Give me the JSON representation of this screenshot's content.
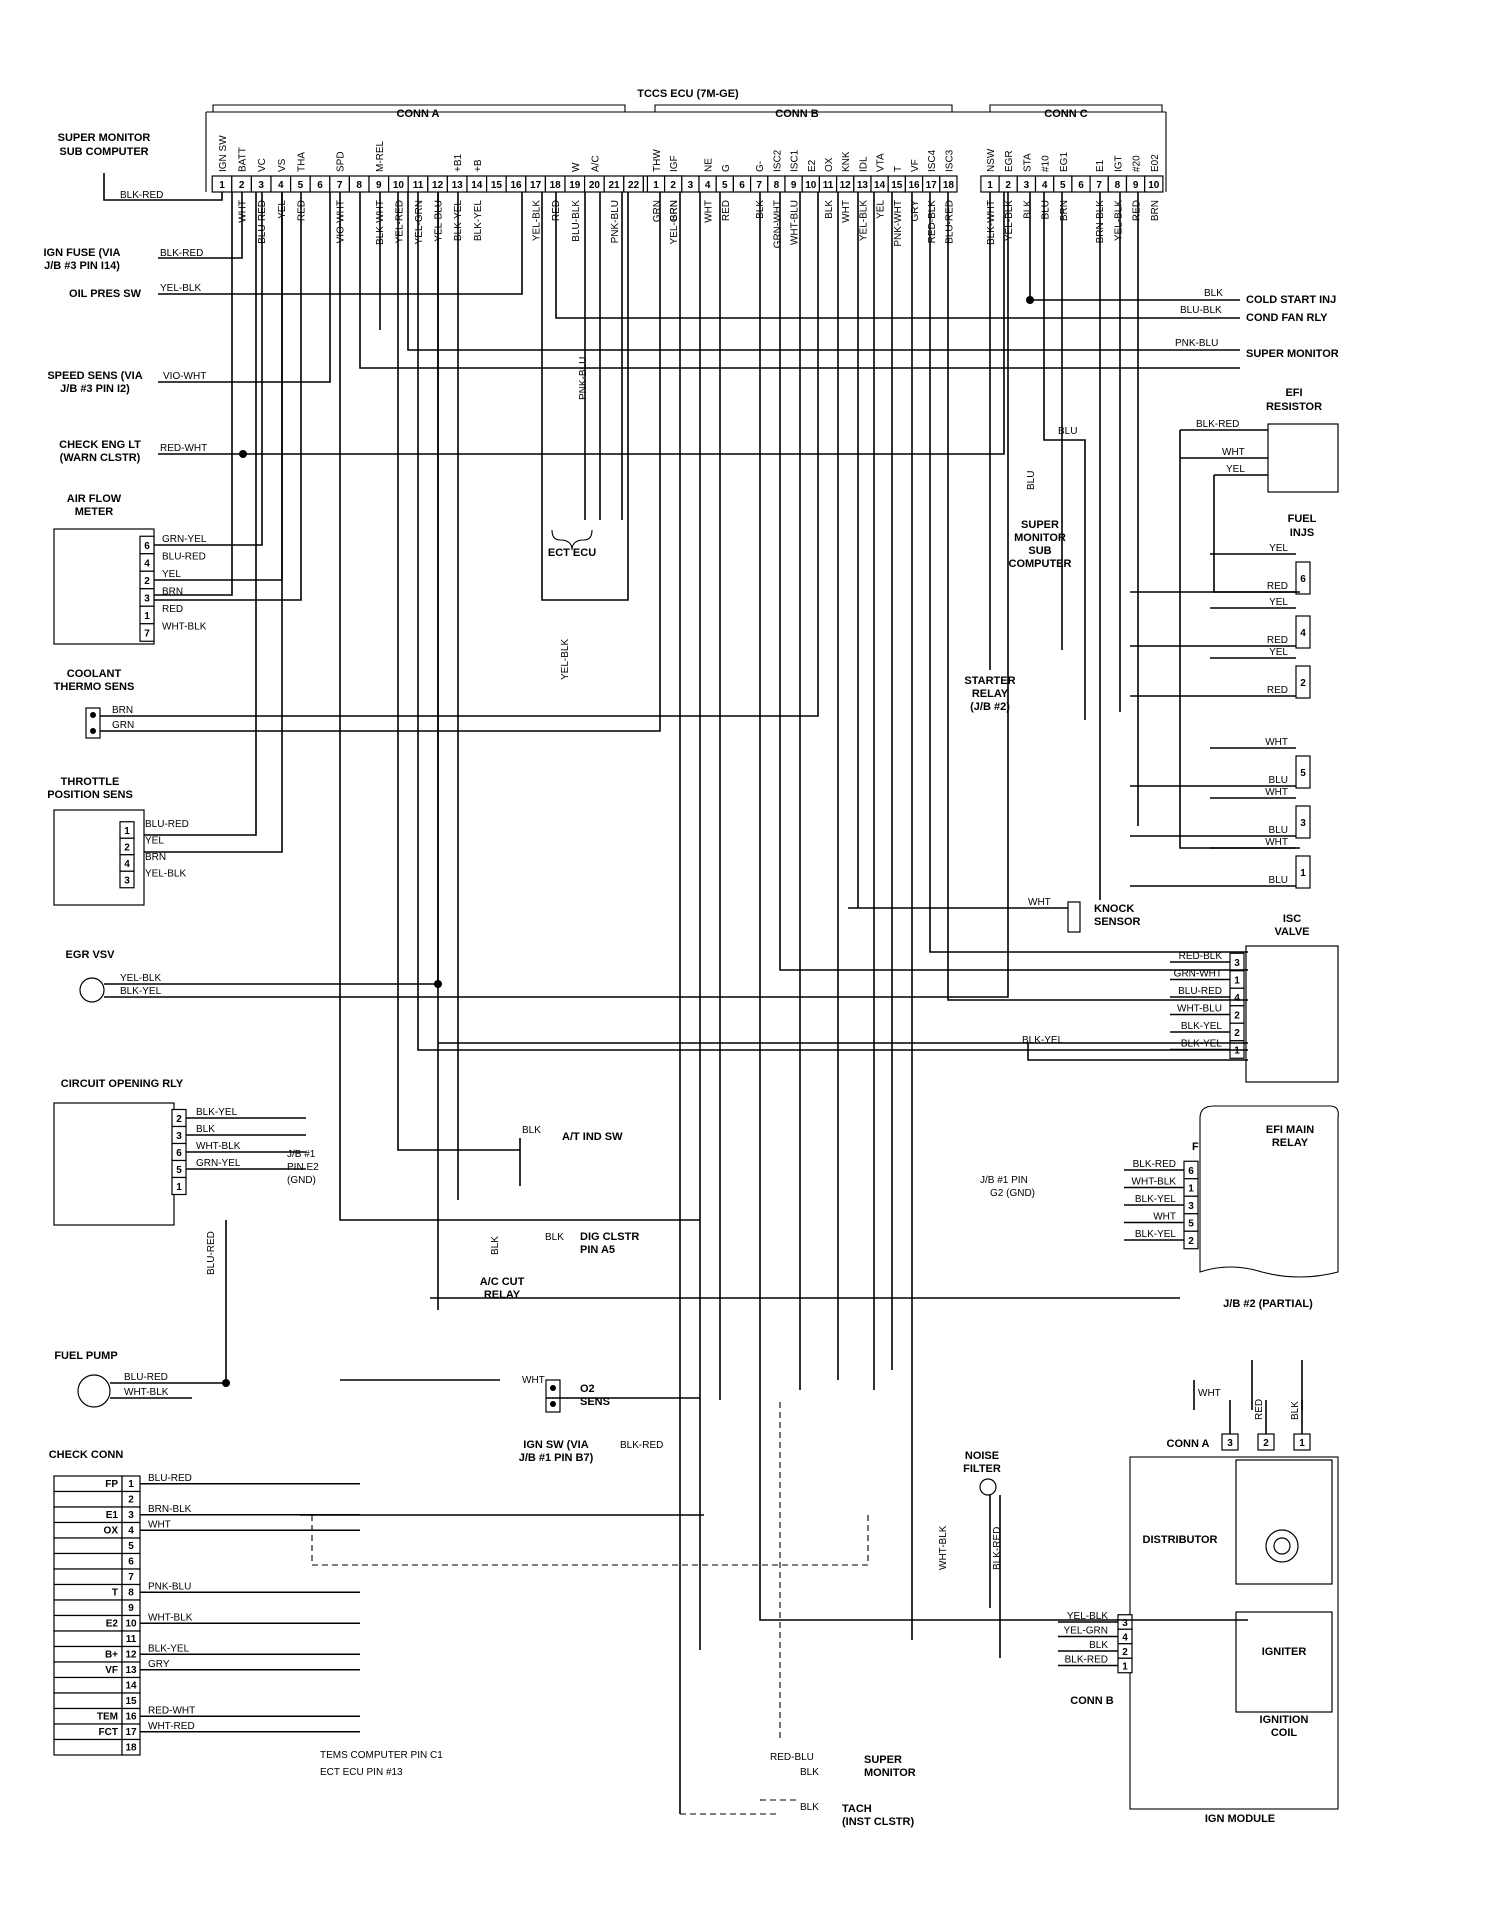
{
  "ecu": {
    "title": "TCCS ECU (7M-GE)",
    "conn_a": "CONN A",
    "conn_b": "CONN B",
    "conn_c": "CONN C",
    "pins_a": [
      "IGN SW",
      "BATT",
      "VC",
      "VS",
      "THA",
      "",
      "SPD",
      "",
      "M-REL",
      "",
      "",
      "",
      "+B1",
      "+B",
      "",
      "",
      "",
      "",
      "W",
      "A/C",
      "",
      "",
      "",
      ""
    ],
    "pins_b": [
      "THW",
      "IGF",
      "",
      "NE",
      "G",
      "",
      "G-",
      "ISC2",
      "ISC1",
      "E2",
      "OX",
      "KNK",
      "IDL",
      "VTA",
      "T",
      "VF",
      "ISC4",
      "ISC3"
    ],
    "pins_c": [
      "NSW",
      "EGR",
      "STA",
      "#10",
      "EG1",
      "",
      "E1",
      "IGT",
      "#20",
      "E02"
    ],
    "wires_a": [
      "",
      "WHT",
      "BLU-RED",
      "YEL",
      "RED",
      "",
      "VIO-WHT",
      "",
      "BLK-WHT",
      "YEL-RED",
      "YEL-GRN",
      "YEL-BLU",
      "BLK-YEL",
      "BLK-YEL",
      "",
      "",
      "YEL-BLK",
      "RED",
      "BLU-BLK",
      "",
      "PNK-BLU",
      "",
      "",
      "BRN"
    ],
    "wires_b": [
      "GRN",
      "YEL-GRN",
      "",
      "WHT",
      "RED",
      "",
      "BLK",
      "GRN-WHT",
      "WHT-BLU",
      "",
      "BLK",
      "WHT",
      "YEL-BLK",
      "YEL",
      "PNK-WHT",
      "GRY",
      "RED-BLK",
      "BLU-RED"
    ],
    "wires_c": [
      "BLK-WHT",
      "YEL-BLK",
      "BLK",
      "BLU",
      "BRN",
      "",
      "BRN-BLK",
      "YEL-BLK",
      "RED",
      "BRN"
    ]
  },
  "labels": {
    "super_monitor_sub": [
      "SUPER MONITOR",
      "SUB COMPUTER"
    ],
    "blk_red": "BLK-RED",
    "ign_fuse": [
      "IGN FUSE (VIA",
      "J/B #3 PIN I14)"
    ],
    "oil_pres_sw": "OIL PRES SW",
    "yel_blk": "YEL-BLK",
    "speed_sens": [
      "SPEED SENS (VIA",
      "J/B #3 PIN I2)"
    ],
    "vio_wht": "VIO-WHT",
    "check_eng_lt": [
      "CHECK ENG LT",
      "(WARN CLSTR)"
    ],
    "red_wht": "RED-WHT",
    "air_flow_meter": [
      "AIR FLOW",
      "METER"
    ],
    "afm_wires": [
      "GRN-YEL",
      "BLU-RED",
      "YEL",
      "BRN",
      "RED",
      "WHT-BLK"
    ],
    "afm_pins": [
      "6",
      "4",
      "2",
      "3",
      "1",
      "7"
    ],
    "coolant": [
      "COOLANT",
      "THERMO SENS"
    ],
    "coolant_wires": [
      "BRN",
      "GRN"
    ],
    "tps": [
      "THROTTLE",
      "POSITION SENS"
    ],
    "tps_wires": [
      "BLU-RED",
      "YEL",
      "BRN",
      "YEL-BLK"
    ],
    "tps_pins": [
      "1",
      "2",
      "4",
      "3"
    ],
    "egr_vsv": "EGR VSV",
    "egr_wires": [
      "YEL-BLK",
      "BLK-YEL"
    ],
    "circuit_opening": "CIRCUIT OPENING RLY",
    "cor_wires": [
      "BLK-YEL",
      "BLK",
      "WHT-BLK",
      "GRN-YEL"
    ],
    "cor_pins": [
      "2",
      "3",
      "6",
      "5",
      "1"
    ],
    "jb1_e2": [
      "J/B #1",
      "PIN E2",
      "(GND)"
    ],
    "fuel_pump": "FUEL PUMP",
    "fp_wires": [
      "BLU-RED",
      "WHT-BLK"
    ],
    "check_conn": "CHECK CONN",
    "cc_names": [
      "FP",
      "",
      "E1",
      "OX",
      "",
      "",
      "",
      "T",
      "",
      "E2",
      "",
      "B+",
      "VF",
      "",
      "",
      "TEM",
      "FCT",
      ""
    ],
    "cc_pins": [
      "1",
      "2",
      "3",
      "4",
      "5",
      "6",
      "7",
      "8",
      "9",
      "10",
      "11",
      "12",
      "13",
      "14",
      "15",
      "16",
      "17",
      "18"
    ],
    "cc_wires": [
      "BLU-RED",
      "BRN-BLK",
      "WHT",
      "PNK-BLU",
      "WHT-BLK",
      "BLK-YEL",
      "GRY",
      "RED-WHT",
      "WHT-RED"
    ],
    "tems": "TEMS COMPUTER PIN C1",
    "ect_pin": "ECT ECU PIN #13",
    "ect_ecu": "ECT ECU",
    "pnk_blu": "PNK-BLU",
    "yel_blk_vert": "YEL-BLK",
    "blk": "BLK",
    "blu": "BLU",
    "wht": "WHT",
    "at_ind": "A/T IND SW",
    "dig_clstr": [
      "DIG CLSTR",
      "PIN A5"
    ],
    "ac_cut": [
      "A/C CUT",
      "RELAY"
    ],
    "o2_sens": [
      "O2",
      "SENS"
    ],
    "ign_sw_via": [
      "IGN SW (VIA",
      "J/B #1 PIN B7)"
    ],
    "noise_filter": [
      "NOISE",
      "FILTER"
    ],
    "nf_wires": [
      "WHT-BLK",
      "BLK-RED"
    ],
    "super_monitor_bot": [
      "SUPER",
      "MONITOR"
    ],
    "red_blu": "RED-BLU",
    "tach": [
      "TACH",
      "(INST CLSTR)"
    ],
    "cold_start": "COLD START INJ",
    "cond_fan": "COND FAN RLY",
    "super_monitor": "SUPER MONITOR",
    "blu_blk": "BLU-BLK",
    "efi_resistor": [
      "EFI",
      "RESISTOR"
    ],
    "efi_res_wires": [
      "BLK-RED",
      "WHT",
      "YEL"
    ],
    "super_monitor_sub2": [
      "SUPER",
      "MONITOR",
      "SUB",
      "COMPUTER"
    ],
    "fuel_injs": [
      "FUEL",
      "INJS"
    ],
    "inj_wires": [
      "YEL",
      "RED",
      "YEL",
      "RED",
      "YEL",
      "RED",
      "WHT",
      "BLU",
      "WHT",
      "BLU",
      "WHT",
      "BLU"
    ],
    "inj_pins": [
      "6",
      "4",
      "2",
      "5",
      "3",
      "1"
    ],
    "starter_relay": [
      "STARTER",
      "RELAY",
      "(J/B #2)"
    ],
    "knock_sensor": [
      "KNOCK",
      "SENSOR"
    ],
    "isc_valve": [
      "ISC",
      "VALVE"
    ],
    "isc_wires": [
      "RED-BLK",
      "GRN-WHT",
      "BLU-RED",
      "WHT-BLU",
      "BLK-YEL",
      "BLK-YEL"
    ],
    "isc_pins": [
      "3",
      "1",
      "4",
      "2",
      "2",
      "1"
    ],
    "blk_yel": "BLK-YEL",
    "efi_main": [
      "EFI MAIN",
      "RELAY"
    ],
    "efi_main_wires": [
      "BLK-RED",
      "WHT-BLK",
      "BLK-YEL",
      "WHT",
      "BLK-YEL"
    ],
    "efi_main_pins": [
      "6",
      "1",
      "3",
      "5",
      "2"
    ],
    "jb1_g2": [
      "J/B #1 PIN",
      "G2 (GND)"
    ],
    "f": "F",
    "jb2": "J/B #2 (PARTIAL)",
    "conn_a_dist": "CONN A",
    "dist_pins": [
      "3",
      "2",
      "1"
    ],
    "dist_wires": [
      "WHT",
      "RED",
      "BLK"
    ],
    "distributor": "DISTRIBUTOR",
    "igniter": "IGNITER",
    "ign_coil": [
      "IGNITION",
      "COIL"
    ],
    "conn_b_dist": "CONN B",
    "ign_wires": [
      "YEL-BLK",
      "YEL-GRN",
      "BLK",
      "BLK-RED"
    ],
    "ign_pins": [
      "3",
      "4",
      "2",
      "1"
    ],
    "ign_module": "IGN MODULE"
  }
}
